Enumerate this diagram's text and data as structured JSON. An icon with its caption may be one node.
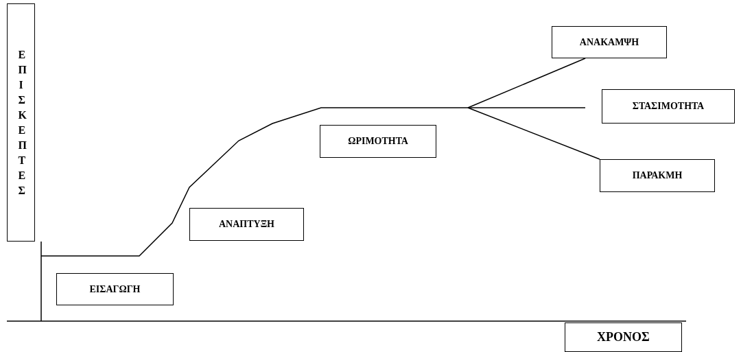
{
  "diagram": {
    "nodes": [
      {
        "text": [
          "ΕΠΙΣΚΕΠΤΕΣ"
        ]
      },
      {
        "text": [
          "ΕΙΣΑΓΩΓΗ"
        ]
      },
      {
        "text": [
          "ΑΝΑΠΤΥΞΗ"
        ]
      },
      {
        "text": [
          "ΩΡΙΜΟΤΗΤΑ"
        ]
      },
      {
        "text": [
          "ΑΝΑΚΑΜΨΗ"
        ]
      },
      {
        "text": [
          "ΣΤΑΣΙΜΟΤΗΤΑ"
        ]
      },
      {
        "text": [
          "ΠΑΡΑΚΜΗ"
        ]
      },
      {
        "text": [
          "ΧΡΟΝΟΣ"
        ]
      }
    ]
  }
}
